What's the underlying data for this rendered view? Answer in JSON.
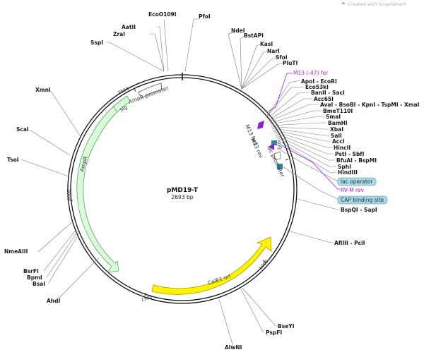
{
  "watermark": "Created with SnapGene®",
  "plasmid": {
    "name": "pMD19-T",
    "size": "2693 bp"
  },
  "ticks": [
    "2500",
    "500",
    "1000",
    "1500",
    "2000"
  ],
  "features": {
    "sig": "sig",
    "ampr_promoter": "AmpR promoter",
    "ampr": "AmpR",
    "colei": "ColE1 ori",
    "m13_fwd": "M13 fwd",
    "m13_rev": "M13 rev",
    "lac_promoter": "lac promoter"
  },
  "annotations": {
    "m13_47_for": "M13 (-47) for",
    "lac_operator": "lac operator",
    "rv_m_rev": "RV-M rev",
    "cap_binding_site": "CAP binding site"
  },
  "enzymes": {
    "ecoO109I": "EcoO109I",
    "pfoI": "PfoI",
    "aatII": "AatII",
    "zraI": "ZraI",
    "sspI": "SspI",
    "ndeI": "NdeI",
    "bstAPI": "BstAPI",
    "kasI": "KasI",
    "narI": "NarI",
    "sfoI": "SfoI",
    "pluTI": "PluTI",
    "apoI": "ApoI - EcoRI",
    "eco53kI": "Eco53kI",
    "banII": "BanII - SacI",
    "acc65I": "Acc65I",
    "avaI": "AvaI - BsoBI - KpnI - TspMI - XmaI",
    "bmeT110I": "BmeT110I",
    "smaI": "SmaI",
    "bamHI": "BamHI",
    "xbaI": "XbaI",
    "salI": "SalI",
    "accI": "AccI",
    "hincII": "HincII",
    "pstI": "PstI - SbfI",
    "bfuAI": "BfuAI - BspMI",
    "sphI": "SphI",
    "hindIII": "HindIII",
    "bspQI": "BspQI - SapI",
    "aflIII": "AflIII - PciI",
    "bseYI": "BseYI",
    "pspFI": "PspFI",
    "alwNI": "AlwNI",
    "ahdI": "AhdI",
    "bsaI": "BsaI",
    "bpmI": "BpmI",
    "bsrFI": "BsrFI",
    "nmeAIII": "NmeAIII",
    "tsoI": "TsoI",
    "scaI": "ScaI",
    "xmnI": "XmnI"
  },
  "colors": {
    "ampr_fill": "#d9fbd9",
    "ampr_stroke": "#5aa65a",
    "colei_fill": "#fff300",
    "colei_stroke": "#a89a00",
    "primer": "#8a22d8",
    "teal": "#2f8a9c",
    "lac_box": "#a8d8e8",
    "purple_text": "#b020d0",
    "watermark": "#9ab6d6"
  }
}
